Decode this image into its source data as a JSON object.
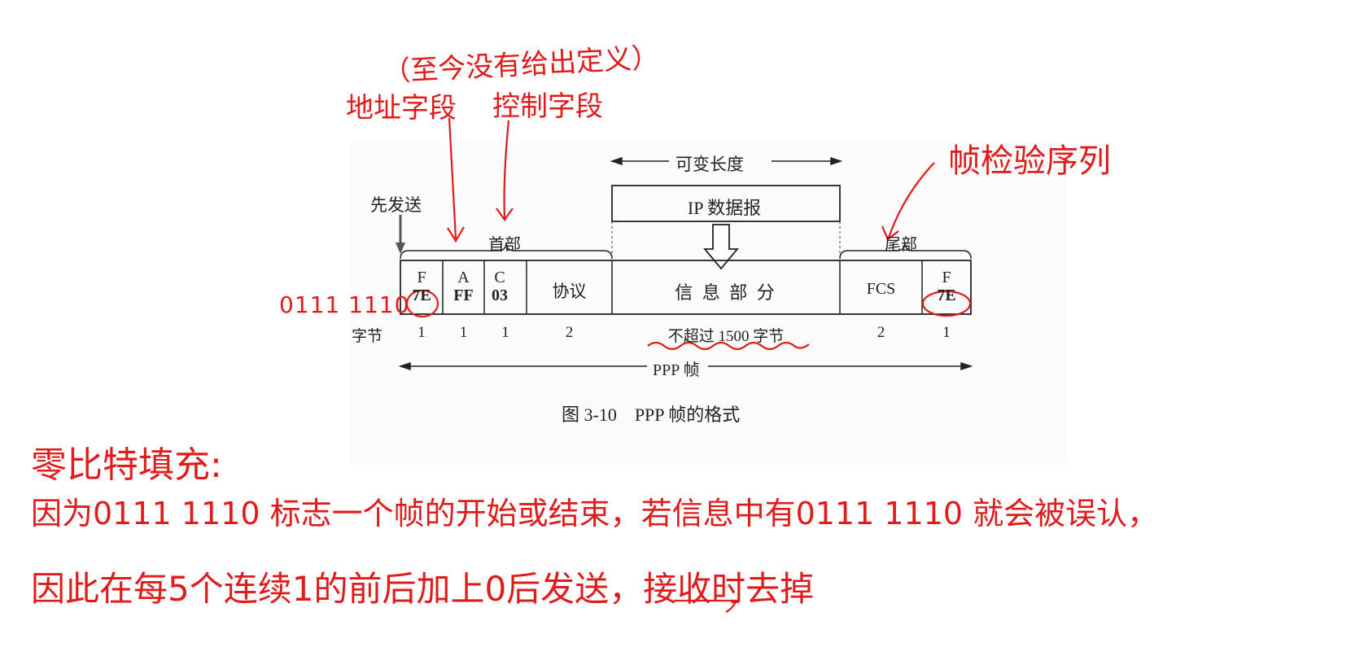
{
  "diagram": {
    "variable_length_label": "可变长度",
    "ip_datagram_label": "IP 数据报",
    "send_first_label": "先发送",
    "header_label": "首部",
    "trailer_label": "尾部",
    "fields": [
      {
        "top": "F",
        "bottom": "7E"
      },
      {
        "top": "A",
        "bottom": "FF"
      },
      {
        "top": "C",
        "bottom": "03"
      },
      {
        "top": "协议",
        "bottom": ""
      },
      {
        "top": "信 息 部 分",
        "bottom": ""
      },
      {
        "top": "FCS",
        "bottom": ""
      },
      {
        "top": "F",
        "bottom": "7E"
      }
    ],
    "byte_row_label": "字节",
    "byte_counts": [
      "1",
      "1",
      "1",
      "2",
      "不超过 1500 字节",
      "2",
      "1"
    ],
    "frame_label": "PPP 帧",
    "caption": "图 3-10　PPP 帧的格式"
  },
  "annotations": {
    "note_not_defined": "（至今没有给出定义）",
    "address_field": "地址字段",
    "control_field": "控制字段",
    "fcs_name": "帧检验序列",
    "flag_bits": "0111 1110",
    "heading": "零比特填充:",
    "line1": "因为0111 1110 标志一个帧的开始或结束，若信息中有0111 1110 就会被误认，",
    "line2": "因此在每5个连续1的前后加上0后发送，接收时去掉"
  },
  "colors": {
    "ink": "#222222",
    "annotation": "#e01b1b"
  }
}
